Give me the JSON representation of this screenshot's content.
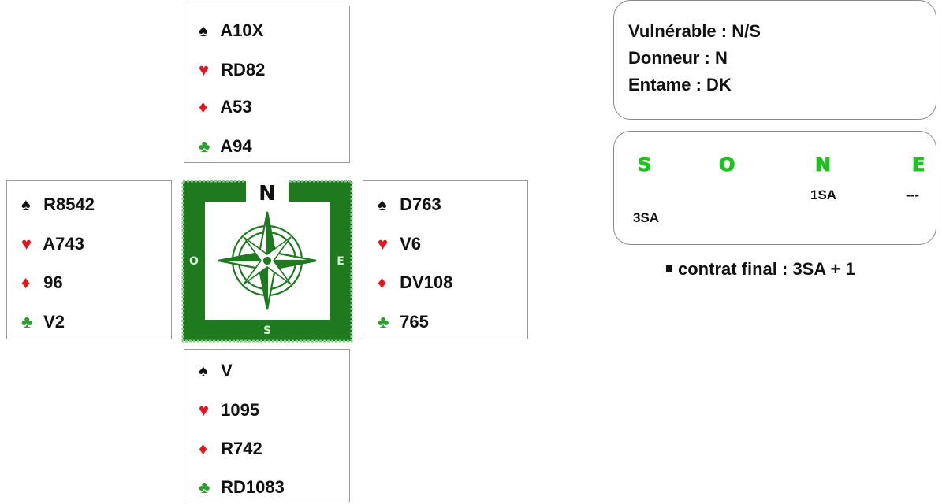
{
  "hands": {
    "north": {
      "spades": "A10X",
      "hearts": "RD82",
      "diamonds": "A53",
      "clubs": "A94"
    },
    "west": {
      "spades": "R8542",
      "hearts": "A743",
      "diamonds": "96",
      "clubs": "V2"
    },
    "east": {
      "spades": "D763",
      "hearts": "V6",
      "diamonds": "DV108",
      "clubs": "765"
    },
    "south": {
      "spades": "V",
      "hearts": "1095",
      "diamonds": "R742",
      "clubs": "RD1083"
    }
  },
  "suits": {
    "spade": "♠",
    "heart": "♥",
    "diamond": "♦",
    "club": "♣"
  },
  "compass": {
    "north_letter": "N",
    "side_letters": [
      "O",
      "E",
      "S"
    ]
  },
  "info": {
    "vulnerable": "Vulnérable : N/S",
    "dealer": "Donneur : N",
    "lead": "Entame : DK"
  },
  "bidding": {
    "headers": [
      "S",
      "O",
      "N",
      "E"
    ],
    "rows": [
      [
        "",
        "",
        "1SA",
        "---"
      ],
      [
        "3SA",
        "",
        "",
        ""
      ]
    ]
  },
  "final_contract": "contrat final : 3SA + 1",
  "colors": {
    "green": "#1ec41e",
    "compass_green": "#1f7a1f",
    "red": "#e8141b",
    "club_green": "#2ca02c"
  }
}
